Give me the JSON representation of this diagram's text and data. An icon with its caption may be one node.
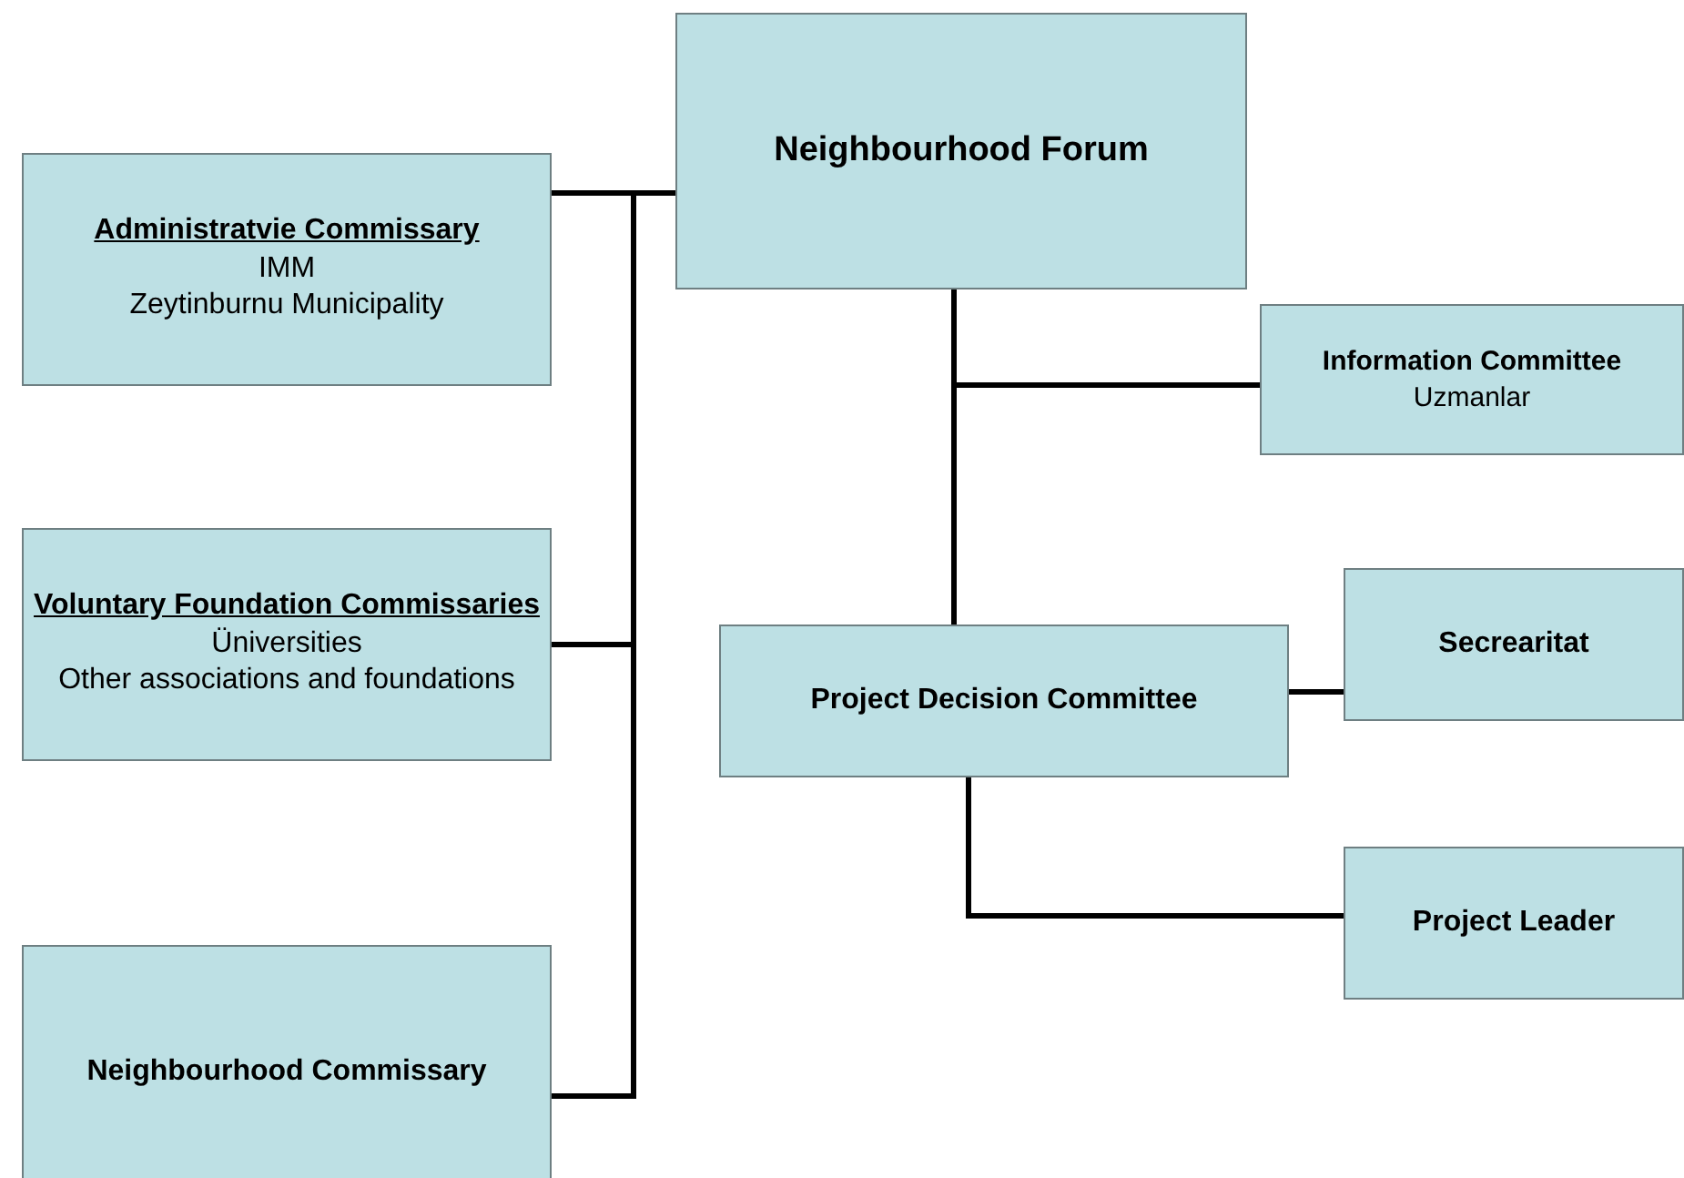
{
  "diagram": {
    "nodes": [
      {
        "text": [
          "Neighbourhood Forum"
        ]
      },
      {
        "text": [
          "Administratvie Commissary",
          "IMM",
          "Zeytinburnu Municipality"
        ]
      },
      {
        "text": [
          "Voluntary Foundation Commissaries",
          "Üniversities",
          "Other associations and foundations"
        ]
      },
      {
        "text": [
          "Neighbourhood Commissary"
        ]
      },
      {
        "text": [
          "Information Committee",
          "Uzmanlar"
        ]
      },
      {
        "text": [
          "Project Decision Committee"
        ]
      },
      {
        "text": [
          "Secrearitat"
        ]
      },
      {
        "text": [
          "Project Leader"
        ]
      }
    ],
    "edges": [
      {
        "from": 1,
        "to": 0,
        "arrow": "none"
      },
      {
        "from": 2,
        "to": 0,
        "arrow": "none"
      },
      {
        "from": 3,
        "to": 0,
        "arrow": "none"
      },
      {
        "from": 0,
        "to": 4,
        "arrow": "none"
      },
      {
        "from": 0,
        "to": 5,
        "arrow": "none"
      },
      {
        "from": 5,
        "to": 6,
        "arrow": "none"
      },
      {
        "from": 5,
        "to": 7,
        "arrow": "none"
      }
    ]
  }
}
